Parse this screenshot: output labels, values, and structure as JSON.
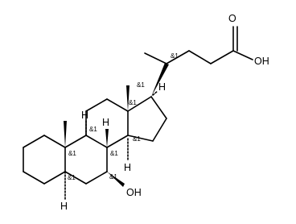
{
  "molecule": {
    "atoms": {
      "oxygen_carbonyl": "O",
      "acid_group": "OH",
      "hydroxyl_7": "OH",
      "h_17": "H",
      "h_8": "H",
      "h_9": "H",
      "h_14": "H",
      "h_5": "H"
    },
    "stereo_labels": {
      "c20": "&1",
      "c17": "&1",
      "c13": "&1",
      "c14": "&1",
      "c8": "&1",
      "c9": "&1",
      "c10": "&1",
      "c5": "&1",
      "c7": "&1"
    }
  }
}
